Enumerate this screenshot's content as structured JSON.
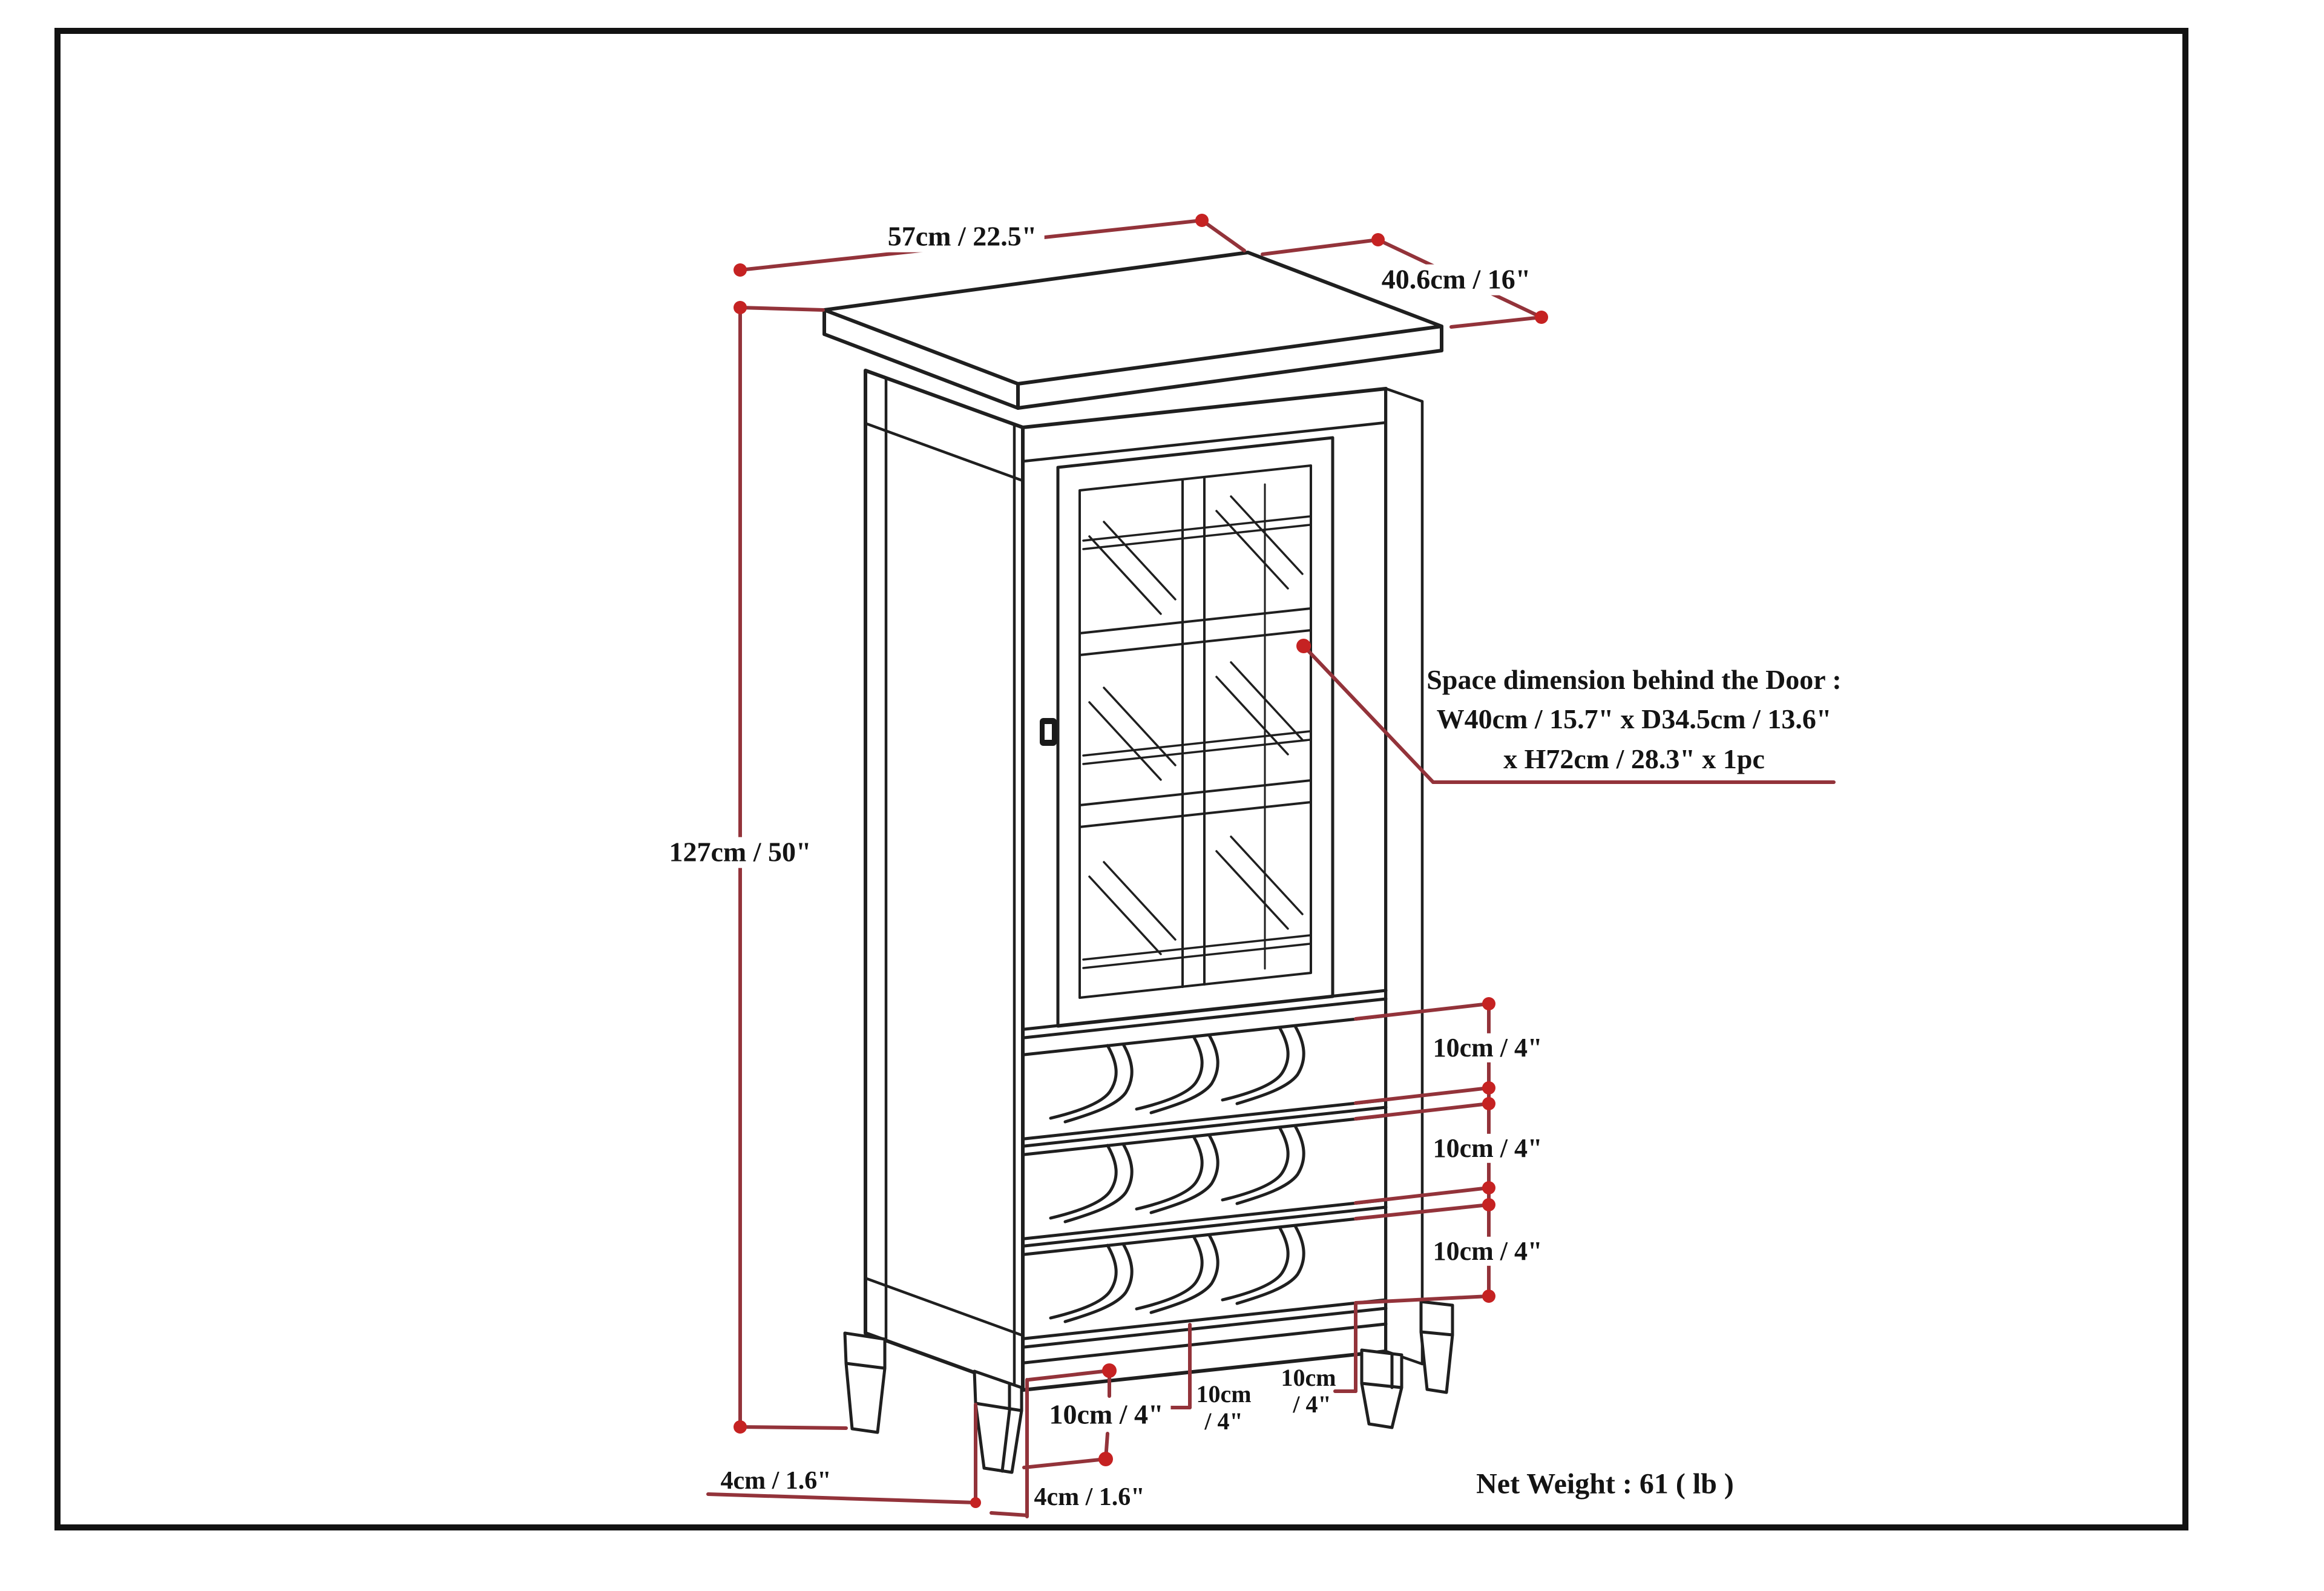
{
  "colors": {
    "ink": "#1f1f1f",
    "dim_line": "#93333a",
    "dim_dot": "#c52222",
    "text": "#141414",
    "background": "#ffffff"
  },
  "dimensions": {
    "top_width": "57cm / 22.5\"",
    "top_depth": "40.6cm / 16\"",
    "overall_height": "127cm / 50\"",
    "rack_gap_top": "10cm / 4\"",
    "rack_gap_middle": "10cm / 4\"",
    "rack_gap_bottom": "10cm / 4\"",
    "leg_height": "10cm / 4\"",
    "leg_center_line1": "10cm",
    "leg_center_line2": "/ 4\"",
    "leg_right_line1": "10cm",
    "leg_right_line2": "/ 4\"",
    "foot_height": "4cm / 1.6\"",
    "foot_width": "4cm / 1.6\""
  },
  "door_note": {
    "line1": "Space dimension behind the Door :",
    "line2": "W40cm / 15.7\" x D34.5cm / 13.6\"",
    "line3": "x H72cm / 28.3\" x 1pc"
  },
  "footer": {
    "net_weight": "Net Weight : 61 ( lb )"
  }
}
